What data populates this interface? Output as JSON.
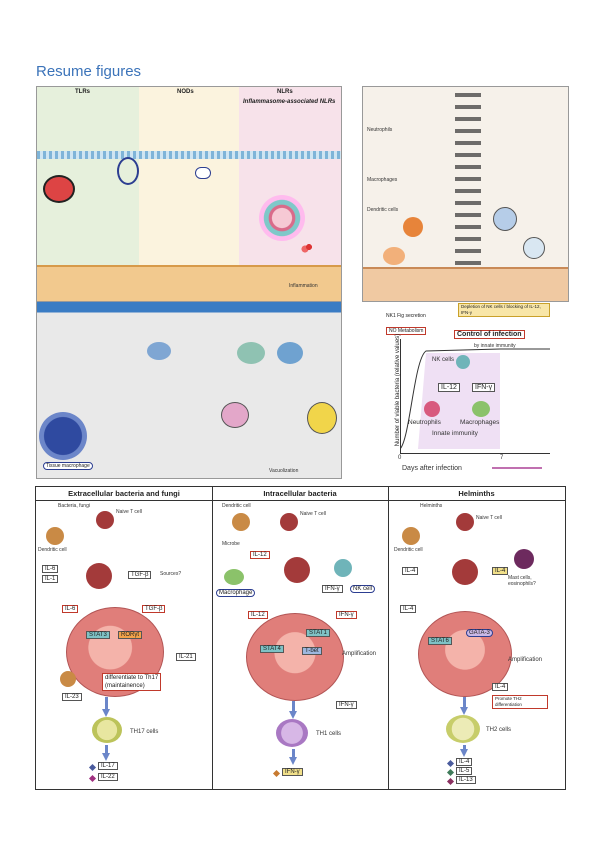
{
  "page": {
    "title": "Resume figures"
  },
  "fig1": {
    "col_tlr": "TLRs",
    "col_nod": "NODs",
    "col_nlr": "NLRs",
    "nlr_sub": "Inflammasome-associated NLRs",
    "bar_label": "Inflammation"
  },
  "fig2": {
    "labels": [
      "Neutrophils",
      "Macrophages",
      "Dendritic cells"
    ]
  },
  "fig3": {
    "legend_top1": "NK1 Fig secretion",
    "legend_top2": "NO Metabolism",
    "legend_right": "Depletion of NK cells / blocking of IL-12, IFN-γ",
    "control": "Control of infection",
    "by_innate": "by innate immunity",
    "nk": "NK cells",
    "il12": "IL-12",
    "ifng": "IFN-γ",
    "neutrophils": "Neutrophils",
    "macrophages": "Macrophages",
    "innate": "Innate immunity",
    "ylabel": "Number of viable bacteria (relative values)",
    "xlabel": "Days after infection",
    "x0": "0",
    "x7": "7"
  },
  "fig4": {
    "label_bottom_left": "Tissue macrophage",
    "label_bottom_mid": "Vacuolization"
  },
  "bottom": {
    "col1": {
      "title": "Extracellular bacteria and fungi",
      "microbe": "Bacteria, fungi",
      "naive": "Naive T cell",
      "dendritic": "Dendritic cell",
      "il6": "IL-6",
      "il1": "IL-1",
      "tgfb": "TGF-β",
      "sources": "Sources?",
      "il6b": "IL-6",
      "tgfb2": "TGF-β",
      "stat3": "STAT3",
      "rorgt": "RORγt",
      "il21": "IL-21",
      "diff": "differentiate to Th17",
      "maint": "(maintainence)",
      "il23": "IL-23",
      "th17": "TH17 cells",
      "il17": "IL-17",
      "il22": "IL-22"
    },
    "col2": {
      "title": "Intracellular bacteria",
      "dendritic": "Dendritic cell",
      "naive": "Naive T cell",
      "microbe": "Microbe",
      "il12": "IL-12",
      "macrophage": "Macrophage",
      "ifng": "IFN-γ",
      "nk": "NK cell",
      "il12b": "IL-12",
      "ifng2": "IFN-γ",
      "stat4": "STAT4",
      "stat1": "STAT1",
      "tbet": "T-bet",
      "amp": "Amplification",
      "ifng3": "IFN-γ",
      "th1": "TH1 cells",
      "ifng4": "IFN-γ"
    },
    "col3": {
      "title": "Helminths",
      "microbe": "Helminths",
      "naive": "Naive T cell",
      "dendritic": "Dendritic cell",
      "il4": "IL-4",
      "il4b": "IL-4",
      "mast": "Mast cells, eosinophils?",
      "il4c": "IL-4",
      "stat6": "STAT6",
      "gata3": "GATA-3",
      "amp": "Amplification",
      "il4d": "IL-4",
      "promote": "Promote TH2 differentiation",
      "th2": "TH2 cells",
      "il4e": "IL-4",
      "il5": "IL-5",
      "il13": "IL-13"
    }
  },
  "colors": {
    "title": "#3b73b9",
    "arrow": "#6b86c9",
    "cellBody": "#c84848",
    "red": "#c0392b",
    "blue": "#2c3e91"
  }
}
